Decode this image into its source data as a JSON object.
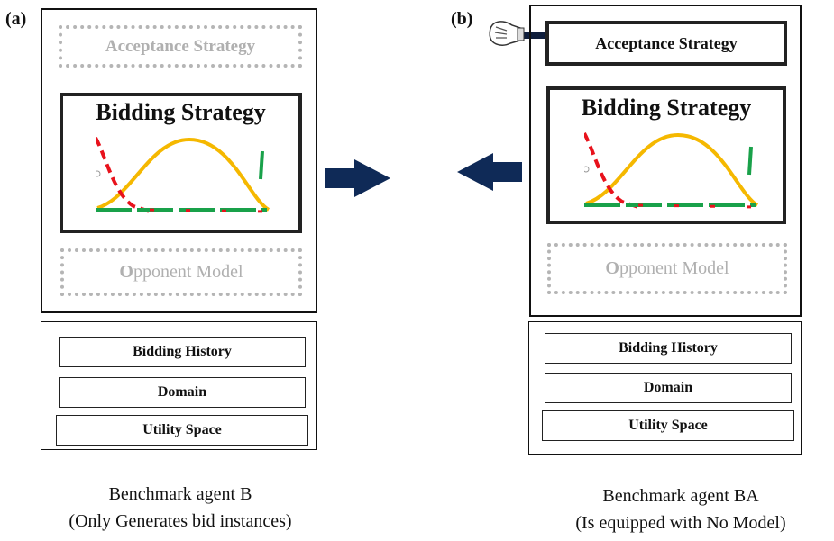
{
  "panel_a": {
    "label": "(a)",
    "acceptance_strategy": "Acceptance Strategy",
    "bidding_strategy": "Bidding Strategy",
    "opponent_model_first": "O",
    "opponent_model_rest": "pponent Model",
    "info": [
      "Bidding History",
      "Domain",
      "Utility Space"
    ],
    "caption_line1": "Benchmark agent B",
    "caption_line2": "(Only Generates bid instances)"
  },
  "panel_b": {
    "label": "(b)",
    "acceptance_strategy": "Acceptance Strategy",
    "bidding_strategy": "Bidding Strategy",
    "opponent_model_first": "O",
    "opponent_model_rest": "pponent Model",
    "info": [
      "Bidding History",
      "Domain",
      "Utility Space"
    ],
    "caption_line1": "Benchmark agent BA",
    "caption_line2": "(Is equipped with No Model)"
  },
  "colors": {
    "arrow": "#0f2a57",
    "curve_gold": "#f5b800",
    "curve_red": "#e8121c",
    "curve_green": "#19a14a",
    "inactive_gray": "#b5b5b5"
  },
  "icons": [
    "pointing-hand-icon",
    "arrow-right-icon",
    "arrow-left-icon"
  ]
}
